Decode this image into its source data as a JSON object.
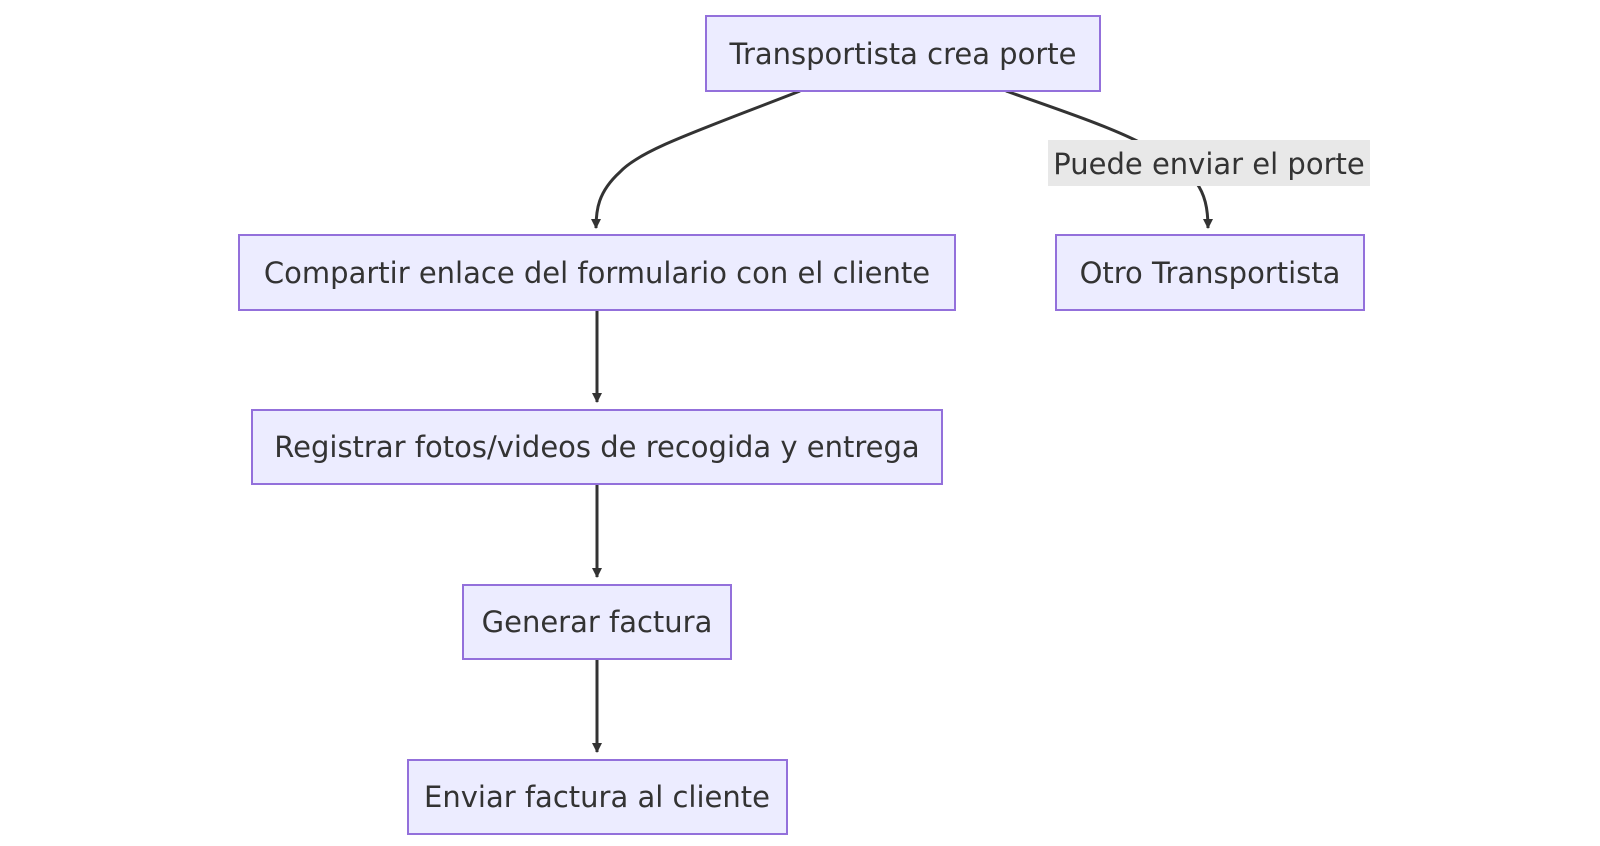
{
  "diagram": {
    "colors": {
      "node_fill": "#ececff",
      "node_stroke": "#9370db",
      "edge": "#333333",
      "text": "#333333",
      "edge_label_bg": "#e8e8e8"
    },
    "nodes": {
      "transportista": "Transportista crea porte",
      "compartir": "Compartir enlace del formulario con el cliente",
      "otro": "Otro Transportista",
      "registrar": "Registrar fotos/videos de recogida y entrega",
      "generar": "Generar factura",
      "enviar": "Enviar factura al cliente"
    },
    "edges": [
      {
        "from": "transportista",
        "to": "compartir",
        "label": ""
      },
      {
        "from": "transportista",
        "to": "otro",
        "label": "Puede enviar el porte"
      },
      {
        "from": "compartir",
        "to": "registrar",
        "label": ""
      },
      {
        "from": "registrar",
        "to": "generar",
        "label": ""
      },
      {
        "from": "generar",
        "to": "enviar",
        "label": ""
      }
    ]
  }
}
